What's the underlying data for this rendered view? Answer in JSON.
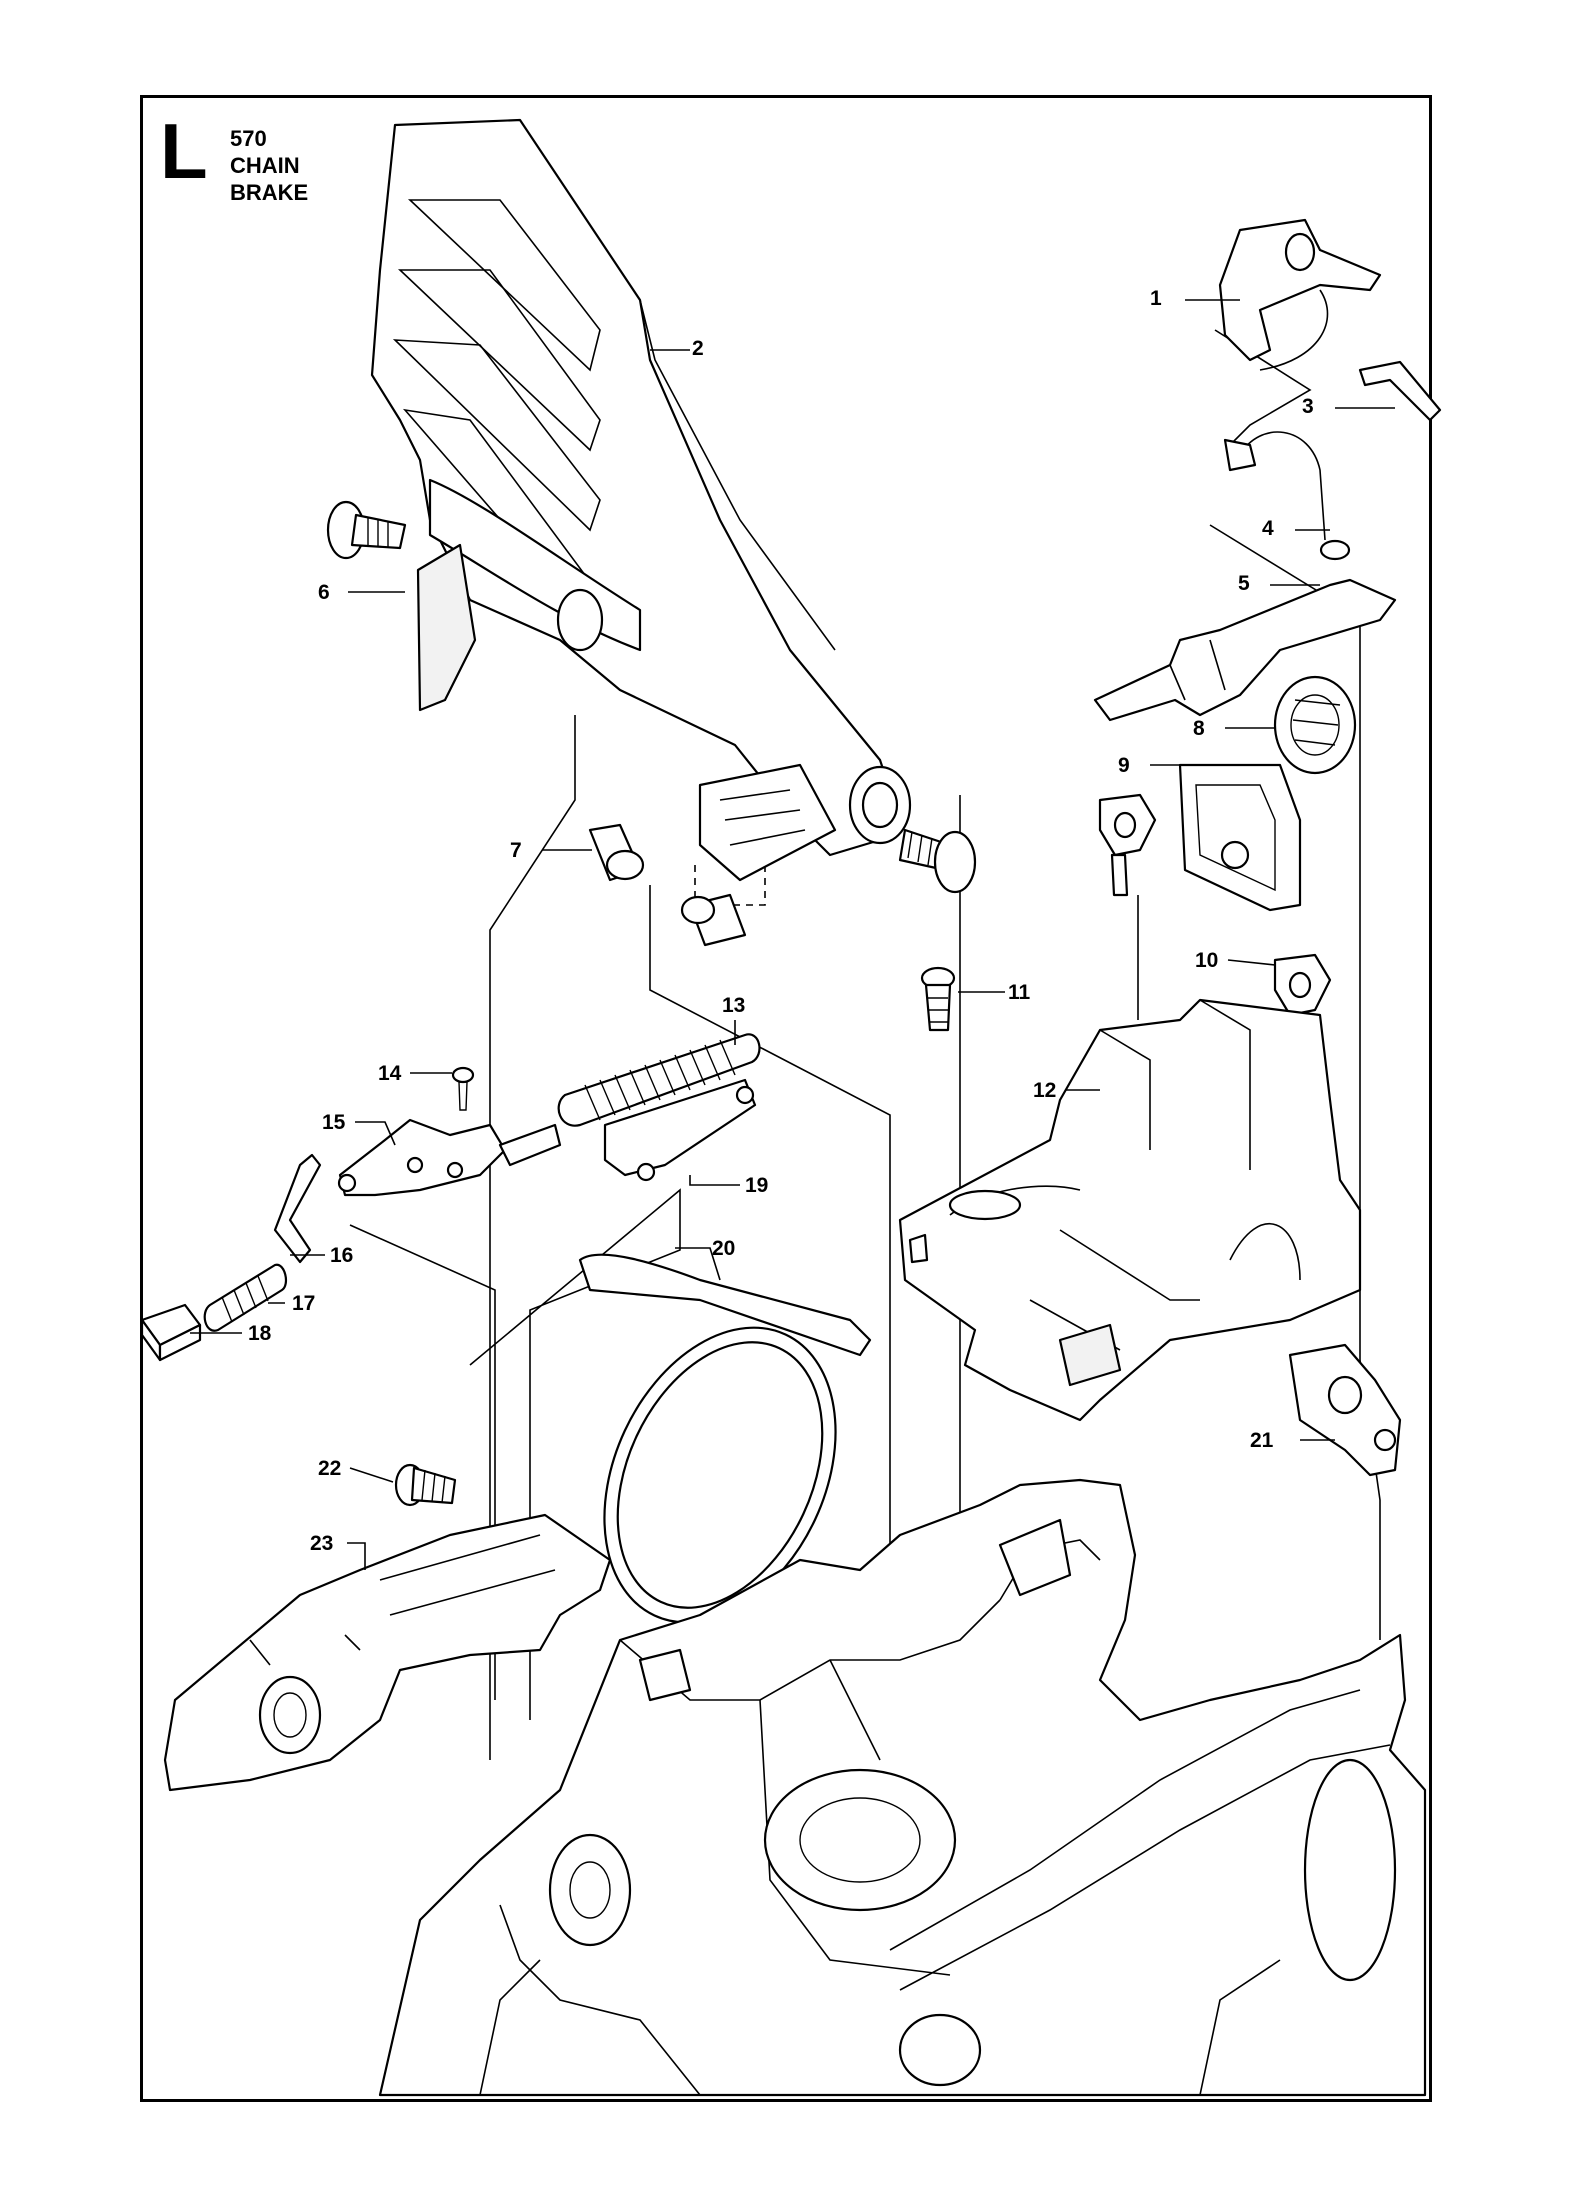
{
  "header": {
    "section_letter": "L",
    "model": "570",
    "title_line1": "CHAIN",
    "title_line2": "BRAKE"
  },
  "callouts": [
    "1",
    "2",
    "3",
    "4",
    "5",
    "6",
    "7",
    "8",
    "9",
    "10",
    "11",
    "12",
    "13",
    "14",
    "15",
    "16",
    "17",
    "18",
    "19",
    "20",
    "21",
    "22",
    "23"
  ],
  "colors": {
    "ink": "#000000",
    "paper": "#ffffff"
  }
}
